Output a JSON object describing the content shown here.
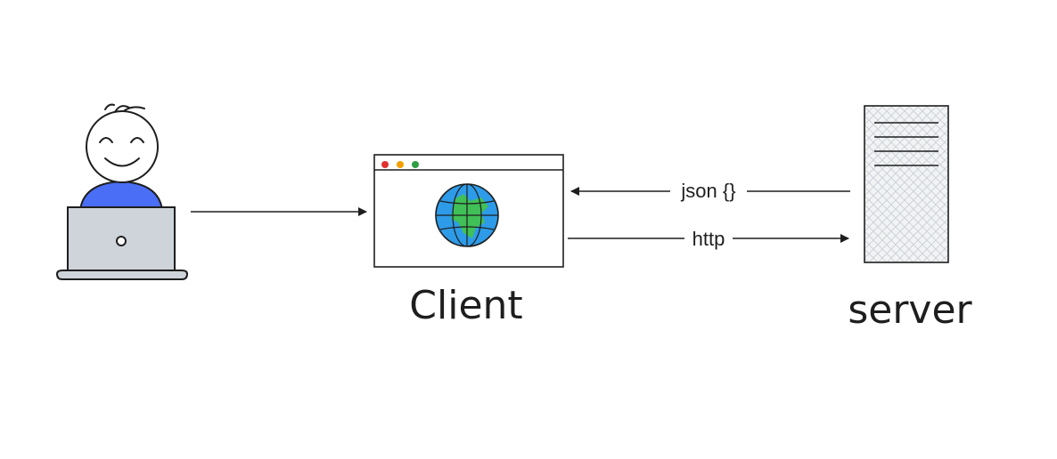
{
  "nodes": {
    "user": {
      "icon": "user-with-laptop-icon"
    },
    "client": {
      "label": "Client",
      "icon": "browser-window-globe-icon"
    },
    "server": {
      "label": "server",
      "icon": "server-tower-icon"
    }
  },
  "edges": {
    "user_to_client": {
      "label": ""
    },
    "server_to_client": {
      "label": "json {}"
    },
    "client_to_server": {
      "label": "http"
    }
  },
  "colors": {
    "stroke": "#1e1e1e",
    "shirt": "#4a6ef5",
    "laptop": "#ced4da",
    "globe_blue": "#2d9be8",
    "globe_green": "#40c057",
    "dot_red": "#e03131",
    "dot_yellow": "#f59f00",
    "dot_green": "#2f9e44",
    "server_fill": "#f1f3f5"
  }
}
